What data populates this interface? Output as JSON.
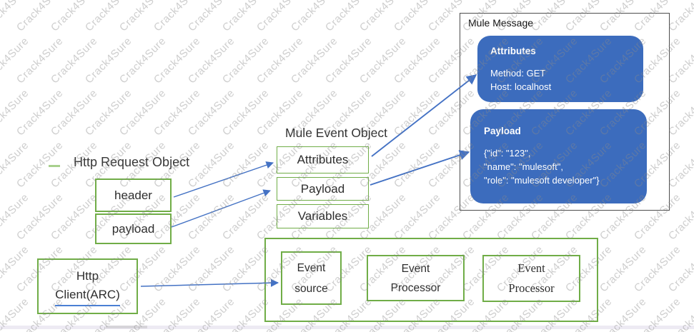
{
  "watermark": {
    "text": "Crack4Sure"
  },
  "colors": {
    "green_border": "#70ad47",
    "blue_fill": "#3c6cbd",
    "arrow_blue": "#4472c4",
    "panel_border": "#4d4d4d"
  },
  "http_request_object": {
    "title": "Http Request Object",
    "rows": [
      "header",
      "payload"
    ]
  },
  "http_client": {
    "line1": "Http",
    "line2": "Client(ARC)"
  },
  "mule_event_object": {
    "title": "Mule Event Object",
    "rows": [
      "Attributes",
      "Payload",
      "Variables"
    ]
  },
  "event_flow": {
    "source": "Event\nsource",
    "processor1": "Event\nProcessor",
    "processor2": "Event\nProcessor"
  },
  "mule_message": {
    "title": "Mule Message",
    "attributes_card": {
      "title": "Attributes",
      "lines": [
        "Method: GET",
        "Host: localhost"
      ]
    },
    "payload_card": {
      "title": "Payload",
      "lines": [
        "{\"id\": \"123\",",
        "\"name\": \"mulesoft\",",
        "\"role\": \"mulesoft developer\"}"
      ]
    }
  }
}
